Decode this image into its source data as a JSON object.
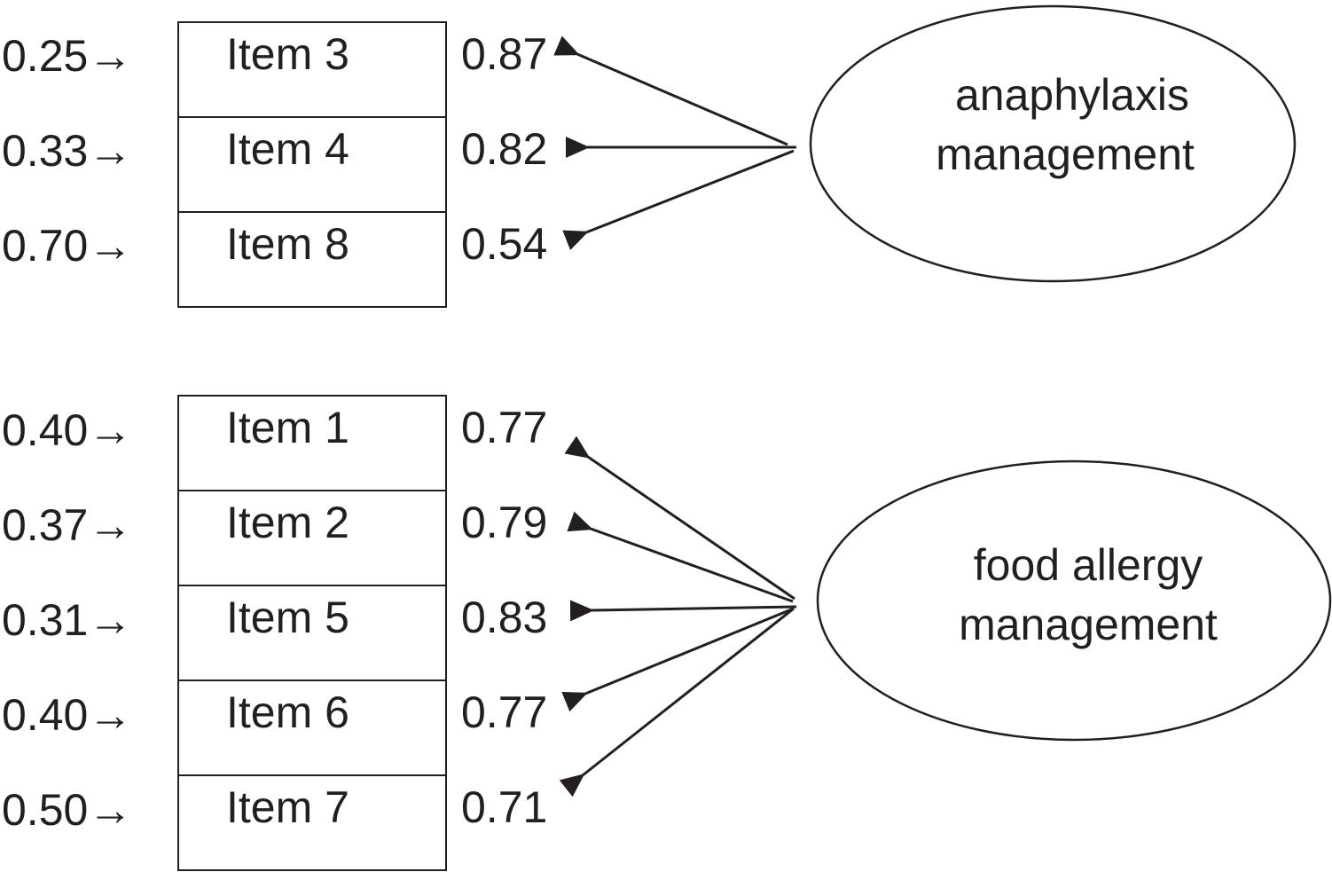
{
  "groups": [
    {
      "factor": [
        "anaphylaxis",
        "management"
      ],
      "items": [
        {
          "item": "Item 3",
          "error": "0.25",
          "loading": "0.87"
        },
        {
          "item": "Item 4",
          "error": "0.33",
          "loading": "0.82"
        },
        {
          "item": "Item 8",
          "error": "0.70",
          "loading": "0.54"
        }
      ]
    },
    {
      "factor": [
        "food allergy",
        "management"
      ],
      "items": [
        {
          "item": "Item 1",
          "error": "0.40",
          "loading": "0.77"
        },
        {
          "item": "Item 2",
          "error": "0.37",
          "loading": "0.79"
        },
        {
          "item": "Item 5",
          "error": "0.31",
          "loading": "0.83"
        },
        {
          "item": "Item 6",
          "error": "0.40",
          "loading": "0.77"
        },
        {
          "item": "Item 7",
          "error": "0.50",
          "loading": "0.71"
        }
      ]
    }
  ],
  "colors": {
    "ink": "#231f20",
    "background": "#ffffff"
  }
}
